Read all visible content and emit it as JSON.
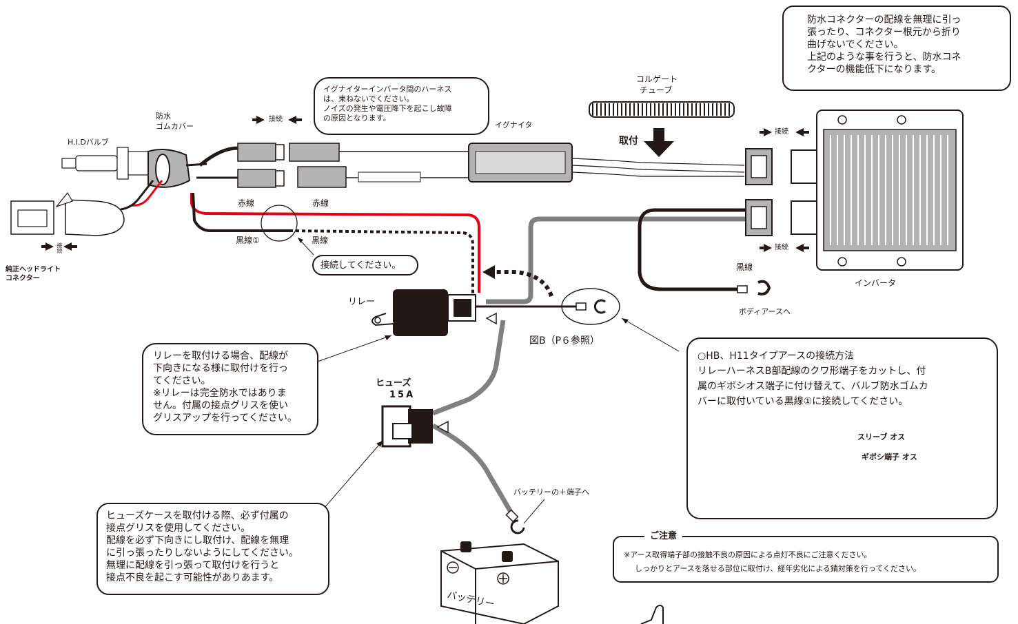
{
  "labels": {
    "hid_bulb": "H.I.Dバルブ",
    "rubber_cover": [
      "防水",
      "ゴムカバー"
    ],
    "connect": "接続",
    "connect_vertical": "接続",
    "oem_connector": [
      "純正ヘッドライト",
      "コネクター"
    ],
    "red_wire_left": "赤線",
    "red_wire_right": "赤線",
    "black_wire_1": "黒線①",
    "black_wire_mid": "黒線",
    "please_connect": "接続してください。",
    "relay": "リレー",
    "fig_b": "図B（P６参照）",
    "fuse": [
      "ヒューズ",
      "15A"
    ],
    "battery_terminal": "バッテリーの＋端子へ",
    "battery": "バッテリー",
    "igniter": "イグナイタ",
    "corrugate": [
      "コルゲート",
      "チューブ"
    ],
    "install": "取付",
    "black_wire_inv": "黒線",
    "body_earth": "ボディアースへ",
    "inverter": "インバータ",
    "sleeve": "スリーブ オス",
    "gibosi": "ギボシ端子 オス"
  },
  "notes": {
    "harness": [
      "イグナイターインバータ間のハーネス",
      "は、束ねないでください。",
      "ノイズの発生や電圧降下を起こし故障",
      "の原因となります。"
    ],
    "waterproof": [
      "防水コネクターの配線を無理に引っ",
      "張ったり、コネクター根元から折り",
      "曲げないでください。",
      "上記のような事を行うと、防水コネ",
      "クターの機能低下になります。"
    ],
    "relay": [
      "リレーを取付ける場合、配線が",
      "下向きになる様に取付けを行っ",
      "てください。",
      "※リレーは完全防水ではありま",
      "せん。付属の接点グリスを使い",
      "グリスアップを行ってください。"
    ],
    "fuse": [
      "ヒューズケースを取付ける際、必ず付属の",
      "接点グリスを使用してください。",
      "配線を必ず下向きにし取付け、配線を無理",
      "に引っ張ったりしないようにしてください。",
      "無理に配線を引っ張って取付けを行うと",
      "接点不良を起こす可能性がありあます。"
    ],
    "earth_method": [
      "○HB、H11タイプアースの接続方法",
      "リレーハーネスB部配線のクワ形端子をカットし、付",
      "属のギボシオス端子に付け替えて、バルブ防水ゴムカ",
      "バーに取付いている黒線①に接続してください。"
    ],
    "caution_title": "ご注意",
    "caution": [
      "※アース取得端子部の接触不良の原因による点灯不良にご注意ください。",
      "しっかりとアースを落せる部位に取付け、経年劣化による錆対策を行ってください。"
    ]
  },
  "colors": {
    "ink": "#231815",
    "red": "#e60012",
    "gray": "#808080",
    "light": "#d9d9d9",
    "device": "#b3b3b3"
  }
}
